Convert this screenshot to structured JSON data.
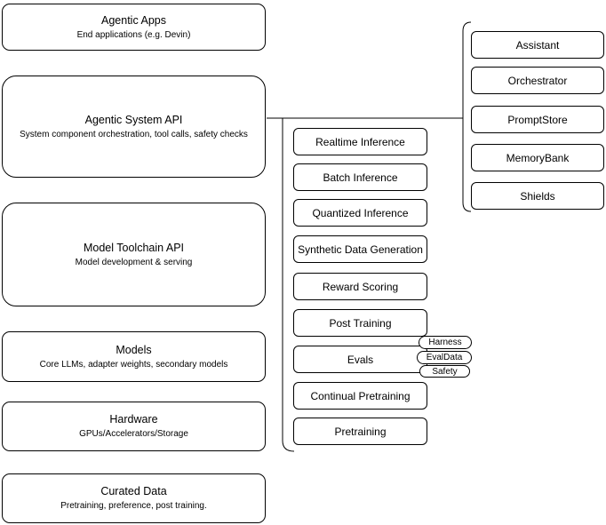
{
  "diagram": {
    "left_stack": [
      {
        "title": "Agentic Apps",
        "subtitle": "End applications (e.g. Devin)"
      },
      {
        "title": "Agentic System API",
        "subtitle": "System component orchestration, tool calls, safety checks"
      },
      {
        "title": "Model Toolchain API",
        "subtitle": "Model development & serving"
      },
      {
        "title": "Models",
        "subtitle": "Core LLMs, adapter weights, secondary models"
      },
      {
        "title": "Hardware",
        "subtitle": "GPUs/Accelerators/Storage"
      },
      {
        "title": "Curated Data",
        "subtitle": "Pretraining, preference, post training."
      }
    ],
    "toolchain_items": [
      {
        "label": "Realtime Inference"
      },
      {
        "label": "Batch Inference"
      },
      {
        "label": "Quantized Inference"
      },
      {
        "label": "Synthetic Data Generation"
      },
      {
        "label": "Reward Scoring"
      },
      {
        "label": "Post Training"
      },
      {
        "label": "Evals"
      },
      {
        "label": "Continual Pretraining"
      },
      {
        "label": "Pretraining"
      }
    ],
    "evals_tags": [
      {
        "label": "Harness"
      },
      {
        "label": "EvalData"
      },
      {
        "label": "Safety"
      }
    ],
    "system_components": [
      {
        "label": "Assistant"
      },
      {
        "label": "Orchestrator"
      },
      {
        "label": "PromptStore"
      },
      {
        "label": "MemoryBank"
      },
      {
        "label": "Shields"
      }
    ],
    "colors": {
      "box_border": "#000000",
      "box_fill": "#ffffff",
      "text": "#000000",
      "background": "#ffffff"
    }
  }
}
